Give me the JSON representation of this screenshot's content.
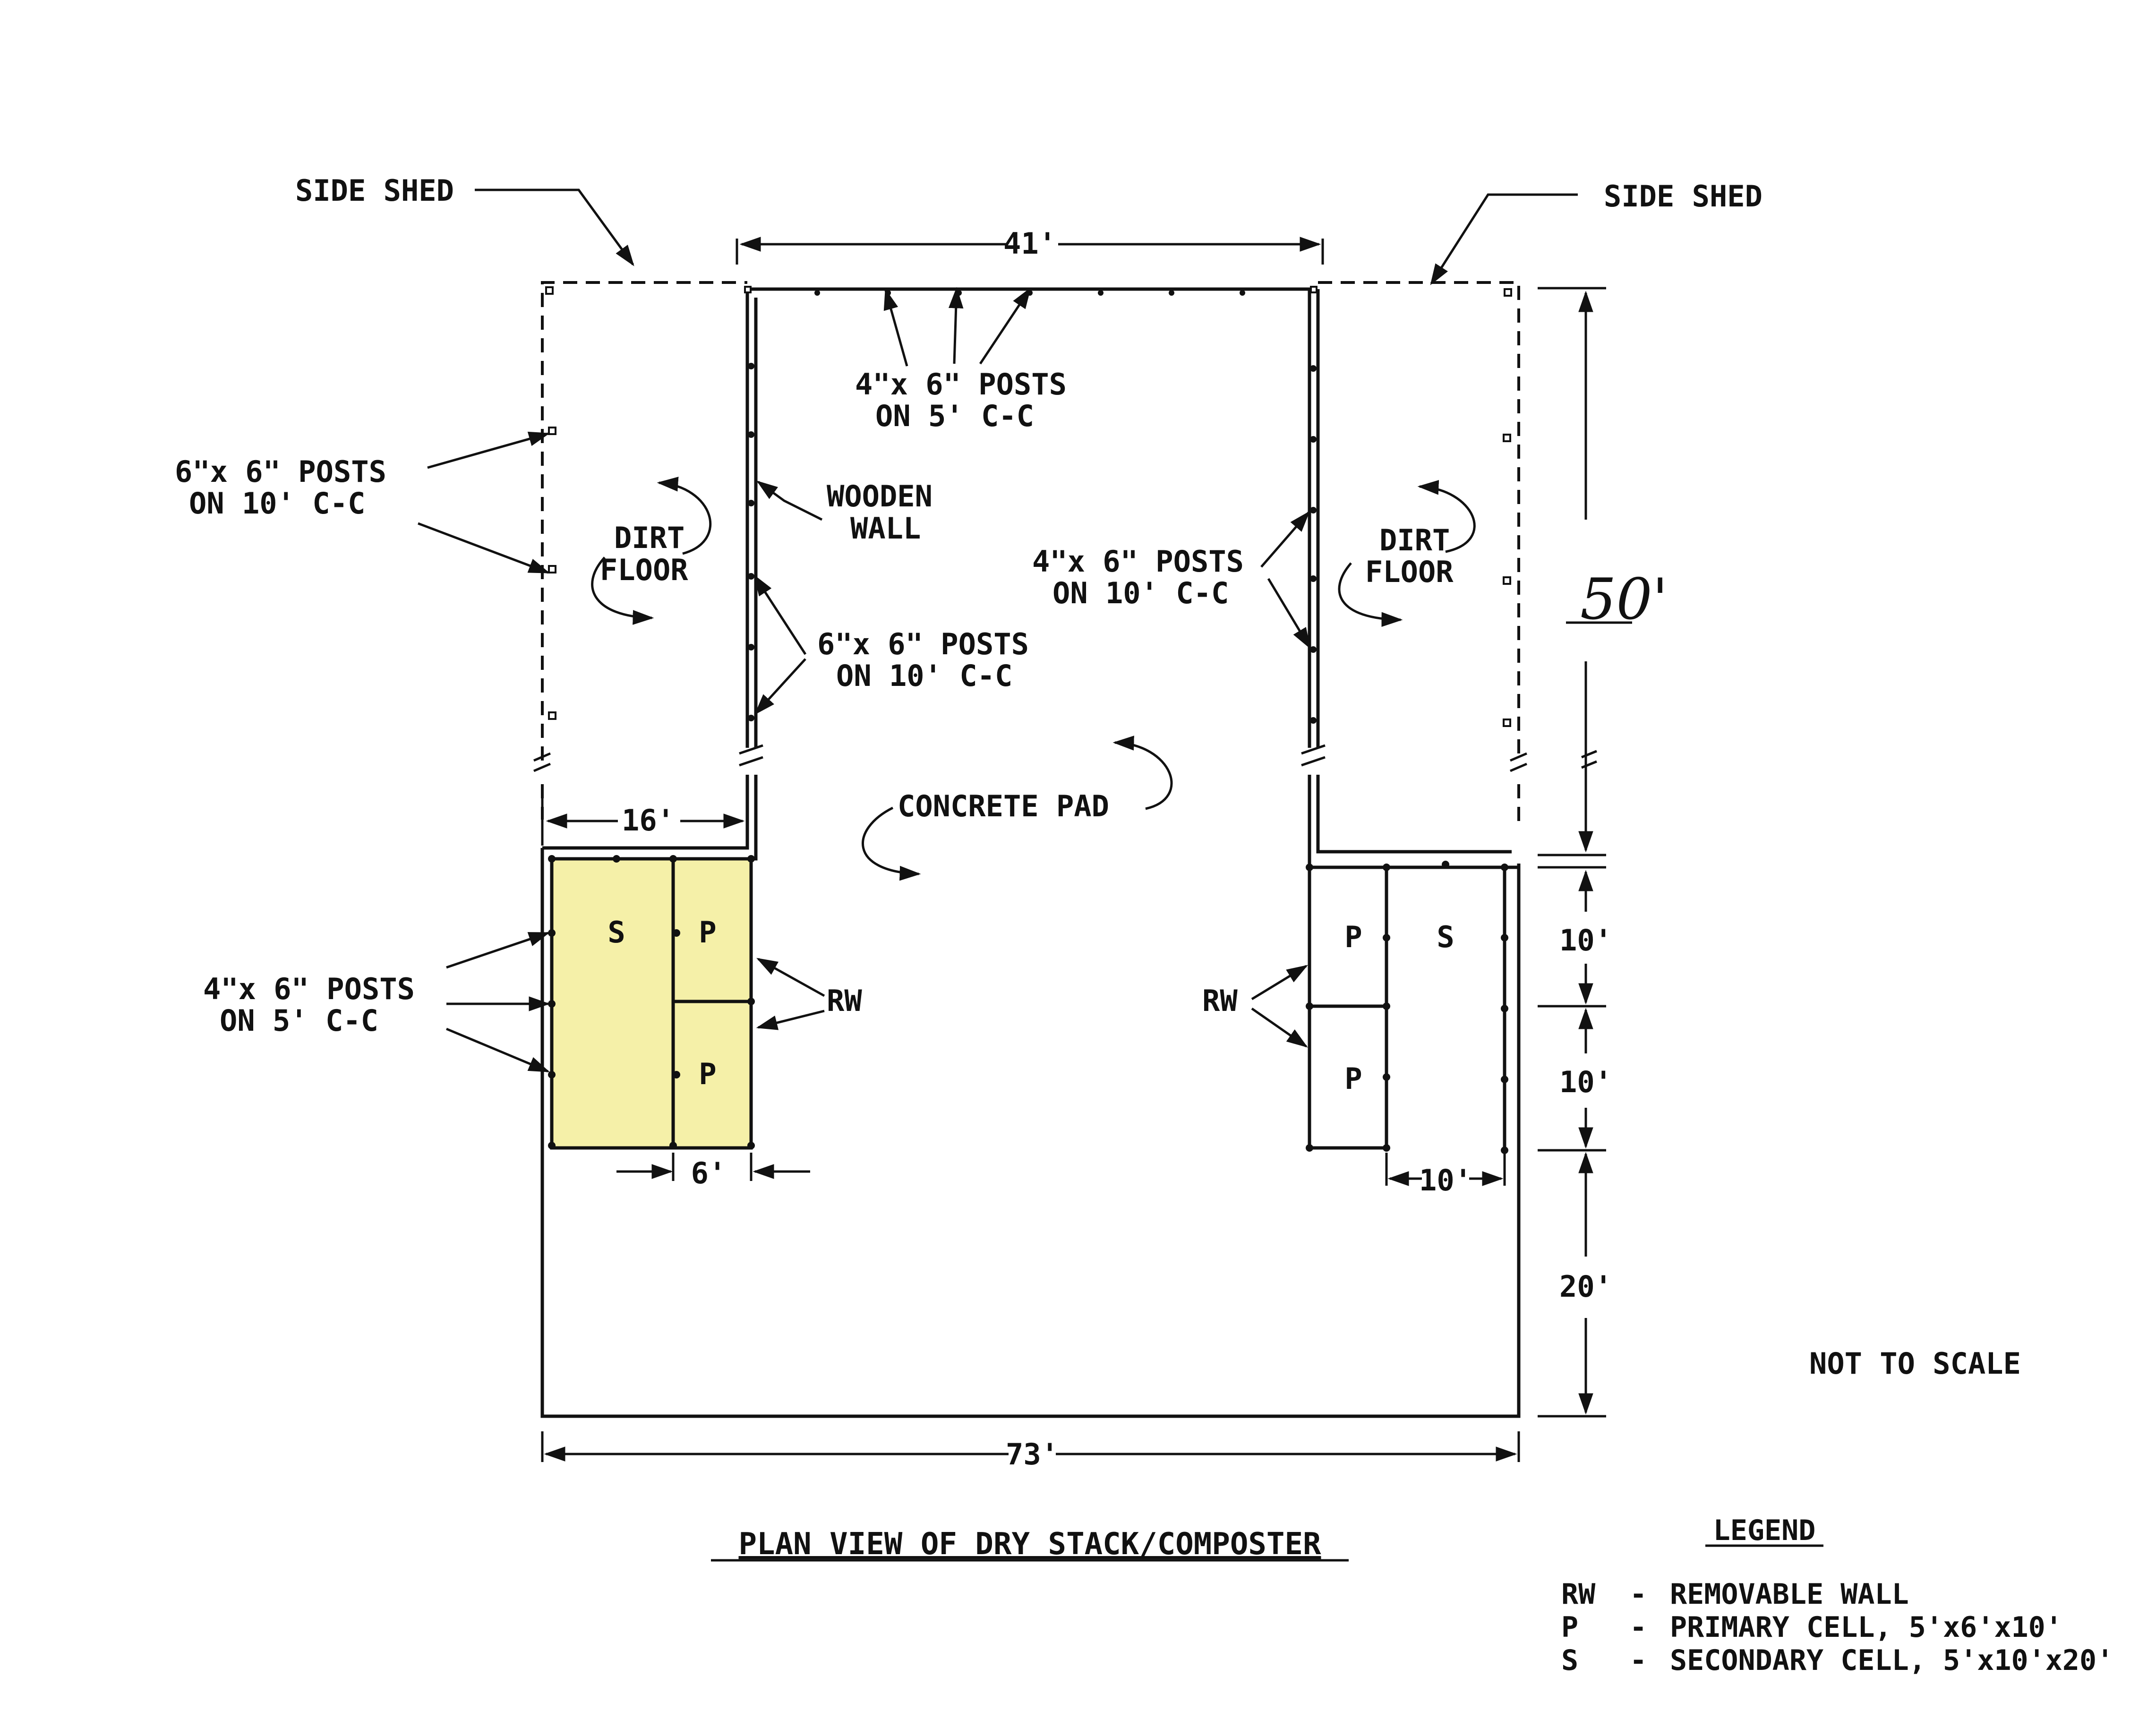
{
  "labels": {
    "side_shed_left": "SIDE SHED",
    "side_shed_right": "SIDE SHED",
    "dim_41": "41'",
    "dim_50": "50'",
    "dim_16": "16'",
    "dim_6": "6'",
    "dim_10_a": "10'",
    "dim_10_b": "10'",
    "dim_10_c": "10'",
    "dim_20": "20'",
    "dim_73": "73'",
    "posts_4x6_top_l1": "4\"x 6\" POSTS",
    "posts_4x6_top_l2": "ON 5' C-C",
    "posts_6x6_left_l1": "6\"x 6\" POSTS",
    "posts_6x6_left_l2": "ON 10' C-C",
    "wooden_wall_l1": "WOODEN",
    "wooden_wall_l2": "WALL",
    "posts_6x6_mid_l1": "6\"x 6\" POSTS",
    "posts_6x6_mid_l2": "ON 10' C-C",
    "posts_4x6_right_l1": "4\"x 6\" POSTS",
    "posts_4x6_right_l2": "ON 10' C-C",
    "dirt_floor_left_l1": "DIRT",
    "dirt_floor_left_l2": "FLOOR",
    "dirt_floor_right_l1": "DIRT",
    "dirt_floor_right_l2": "FLOOR",
    "concrete_pad": "CONCRETE PAD",
    "posts_4x6_bottom_l1": "4\"x 6\" POSTS",
    "posts_4x6_bottom_l2": "ON 5' C-C",
    "rw_left": "RW",
    "rw_right": "RW",
    "cell_s_left": "S",
    "cell_p_left_top": "P",
    "cell_p_left_bottom": "P",
    "cell_p_right_top": "P",
    "cell_p_right_bottom": "P",
    "cell_s_right": "S",
    "not_to_scale": "NOT TO SCALE"
  },
  "title": "PLAN VIEW OF DRY STACK/COMPOSTER",
  "legend": {
    "heading": "LEGEND",
    "items": [
      {
        "code": "RW",
        "sep": "-",
        "desc": "REMOVABLE WALL"
      },
      {
        "code": "P",
        "sep": "-",
        "desc": "PRIMARY CELL, 5'x6'x10'"
      },
      {
        "code": "S",
        "sep": "-",
        "desc": "SECONDARY CELL, 5'x10'x20'"
      }
    ]
  },
  "colors": {
    "highlight": "#f5f0a8",
    "ink": "#111111",
    "background": "#ffffff"
  }
}
